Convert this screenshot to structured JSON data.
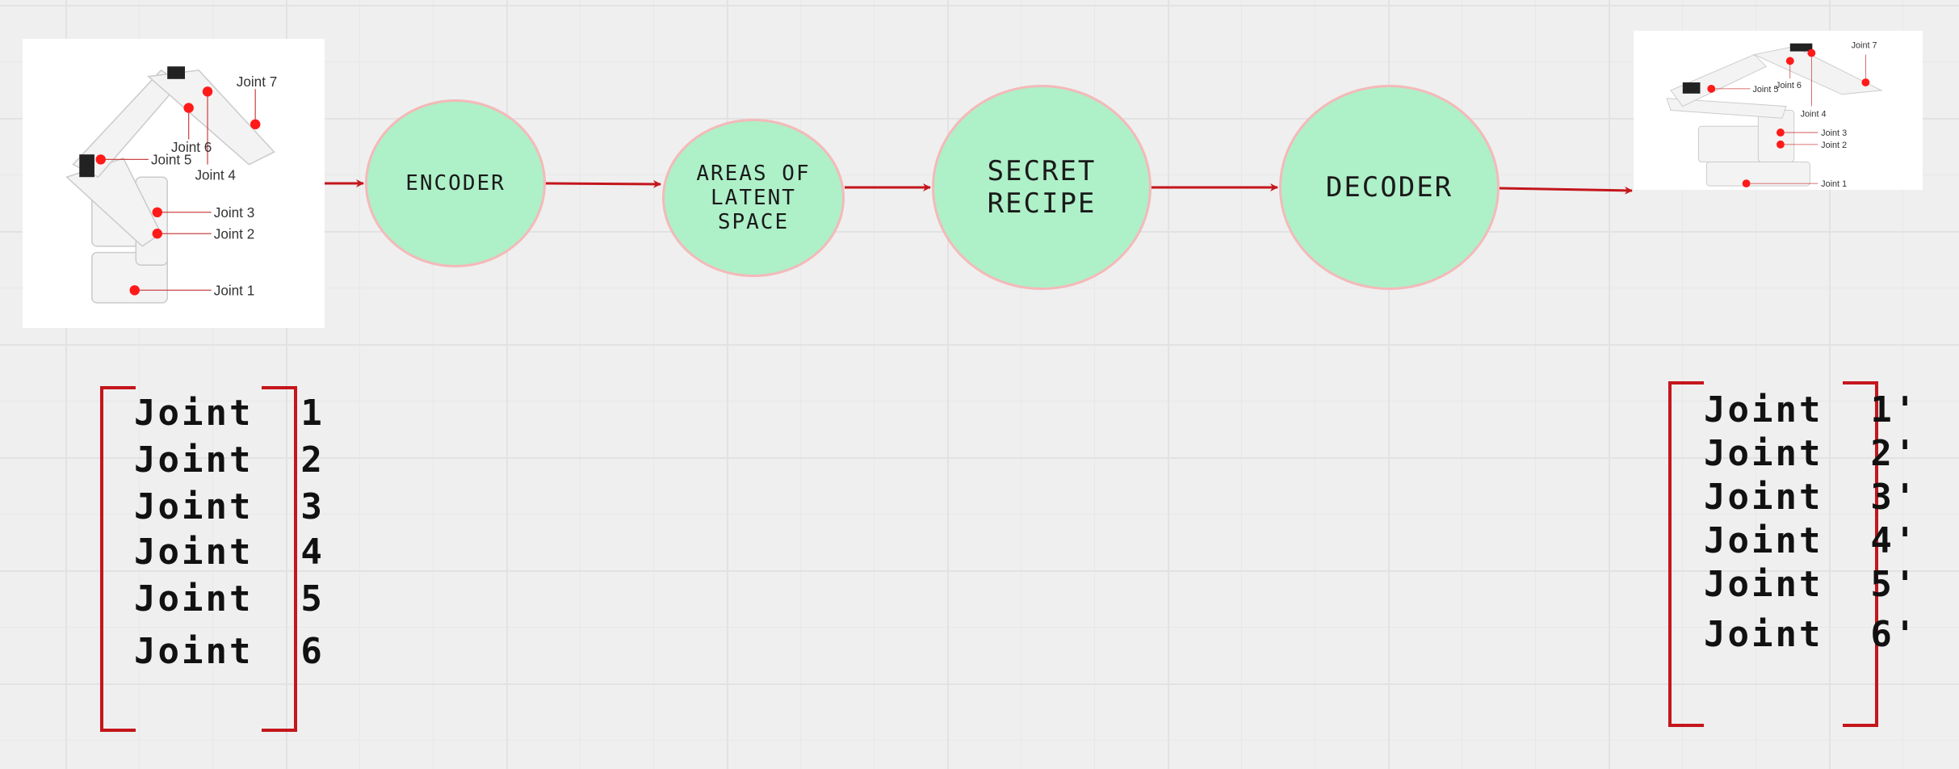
{
  "nodes": [
    {
      "label": "ENCODER"
    },
    {
      "label": "AREAS OF\nLATENT\nSPACE"
    },
    {
      "label": "SECRET\nRECIPE"
    },
    {
      "label": "DECODER"
    }
  ],
  "input_image": {
    "joint_labels": [
      "Joint 1",
      "Joint 2",
      "Joint 3",
      "Joint 4",
      "Joint 5",
      "Joint 6",
      "Joint 7"
    ]
  },
  "output_image": {
    "joint_labels": [
      "Joint 1",
      "Joint 2",
      "Joint 3",
      "Joint 4",
      "Joint 5",
      "Joint 6",
      "Joint 7"
    ]
  },
  "input_vector": [
    "Joint  1",
    "Joint  2",
    "Joint  3",
    "Joint  4",
    "Joint  5",
    "Joint  6"
  ],
  "output_vector": [
    "Joint  1'",
    "Joint  2'",
    "Joint  3'",
    "Joint  4'",
    "Joint  5'",
    "Joint  6'"
  ],
  "colors": {
    "node_fill": "#aef0c8",
    "node_border": "#f4b9b9",
    "arrow": "#c4161c",
    "bracket": "#c4161c",
    "joint_marker": "#ff1a1a"
  }
}
